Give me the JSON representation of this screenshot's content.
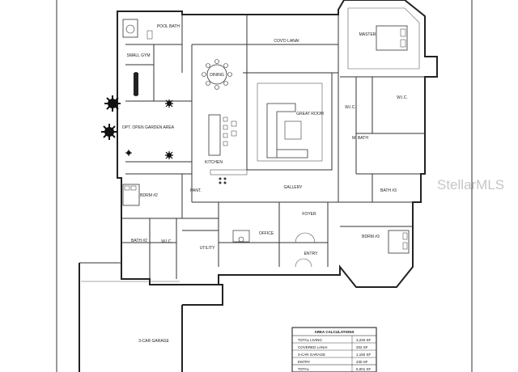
{
  "rooms": {
    "pool_bath": "POOL BATH",
    "covd_lanai": "COV'D LANAI",
    "master": "MASTER",
    "small_gym": "SMALL GYM",
    "dining": "DINING",
    "great_room": "GREAT ROOM",
    "wic_1": "W.I.C.",
    "wic_2": "W.I.C.",
    "opt_open_garden": "OPT. OPEN GARDEN AREA",
    "m_bath": "M. BATH",
    "kitchen": "KITCHEN",
    "pant": "PANT.",
    "gallery": "GALLERY",
    "bath_3": "BATH #3",
    "bdrm_2": "BDRM #2",
    "foyer": "FOYER",
    "office": "OFFICE",
    "bath_2": "BATH #2",
    "wic_3": "W.I.C.",
    "utility": "UTILITY",
    "bdrm_3": "BDRM #3",
    "entry": "ENTRY",
    "garage": "3-CAR GARAGE"
  },
  "area_calc": {
    "title": "AREA CALCULATIONS",
    "rows": [
      {
        "label": "TOTAL LIVING",
        "value": "3,220 SF"
      },
      {
        "label": "COVERED LANAI",
        "value": "202 SF"
      },
      {
        "label": "3-CAR GARAGE",
        "value": "1,150 SF"
      },
      {
        "label": "ENTRY",
        "value": "230 SF"
      },
      {
        "label": "TOTAL",
        "value": "5,001 SF"
      }
    ]
  },
  "watermark": "StellarMLS"
}
